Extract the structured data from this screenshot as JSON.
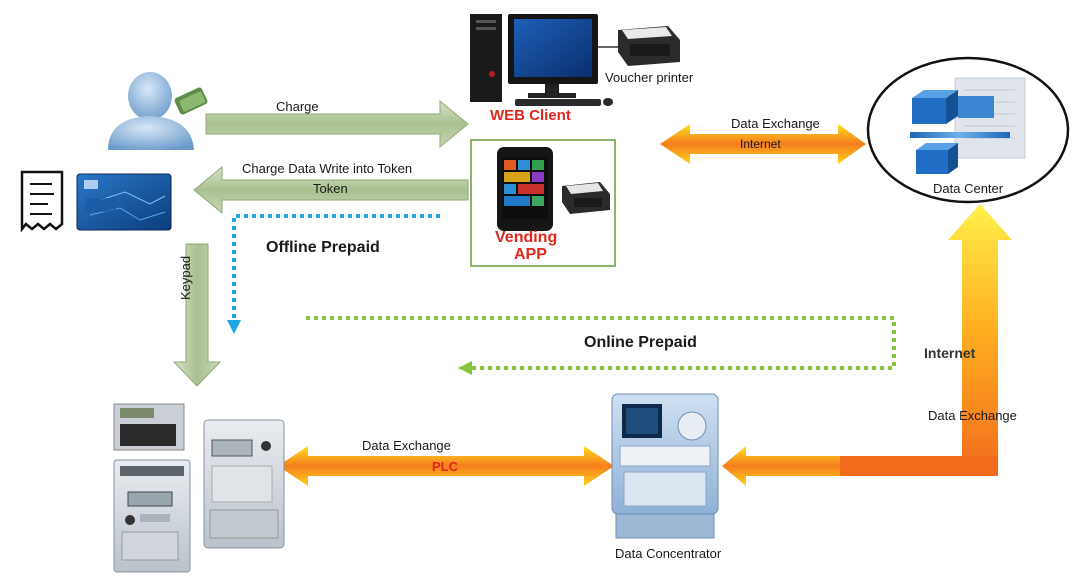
{
  "labels": {
    "voucher_printer": "Voucher printer",
    "web_client": "WEB Client",
    "charge": "Charge",
    "charge_data_write": "Charge Data Write into Token",
    "token": "Token",
    "offline_prepaid": "Offline Prepaid",
    "vending_app_line1": "Vending",
    "vending_app_line2": "APP",
    "data_exchange_top": "Data Exchange",
    "internet_top": "Internet",
    "data_center": "Data Center",
    "keypad": "Keypad",
    "online_prepaid": "Online Prepaid",
    "internet_right": "Internet",
    "data_exchange_right": "Data Exchange",
    "data_exchange_plc": "Data Exchange",
    "plc": "PLC",
    "data_concentrator": "Data Concentrator"
  },
  "colors": {
    "green_arrow": "#b5c9a0",
    "green_arrow_edge": "#8faa78",
    "orange": "#f26b1d",
    "yellow": "#ffe020",
    "red_text": "#e0271c",
    "blue_dotted": "#1ea7e1",
    "green_dotted": "#8cc63f",
    "vending_border": "#8db56a"
  }
}
